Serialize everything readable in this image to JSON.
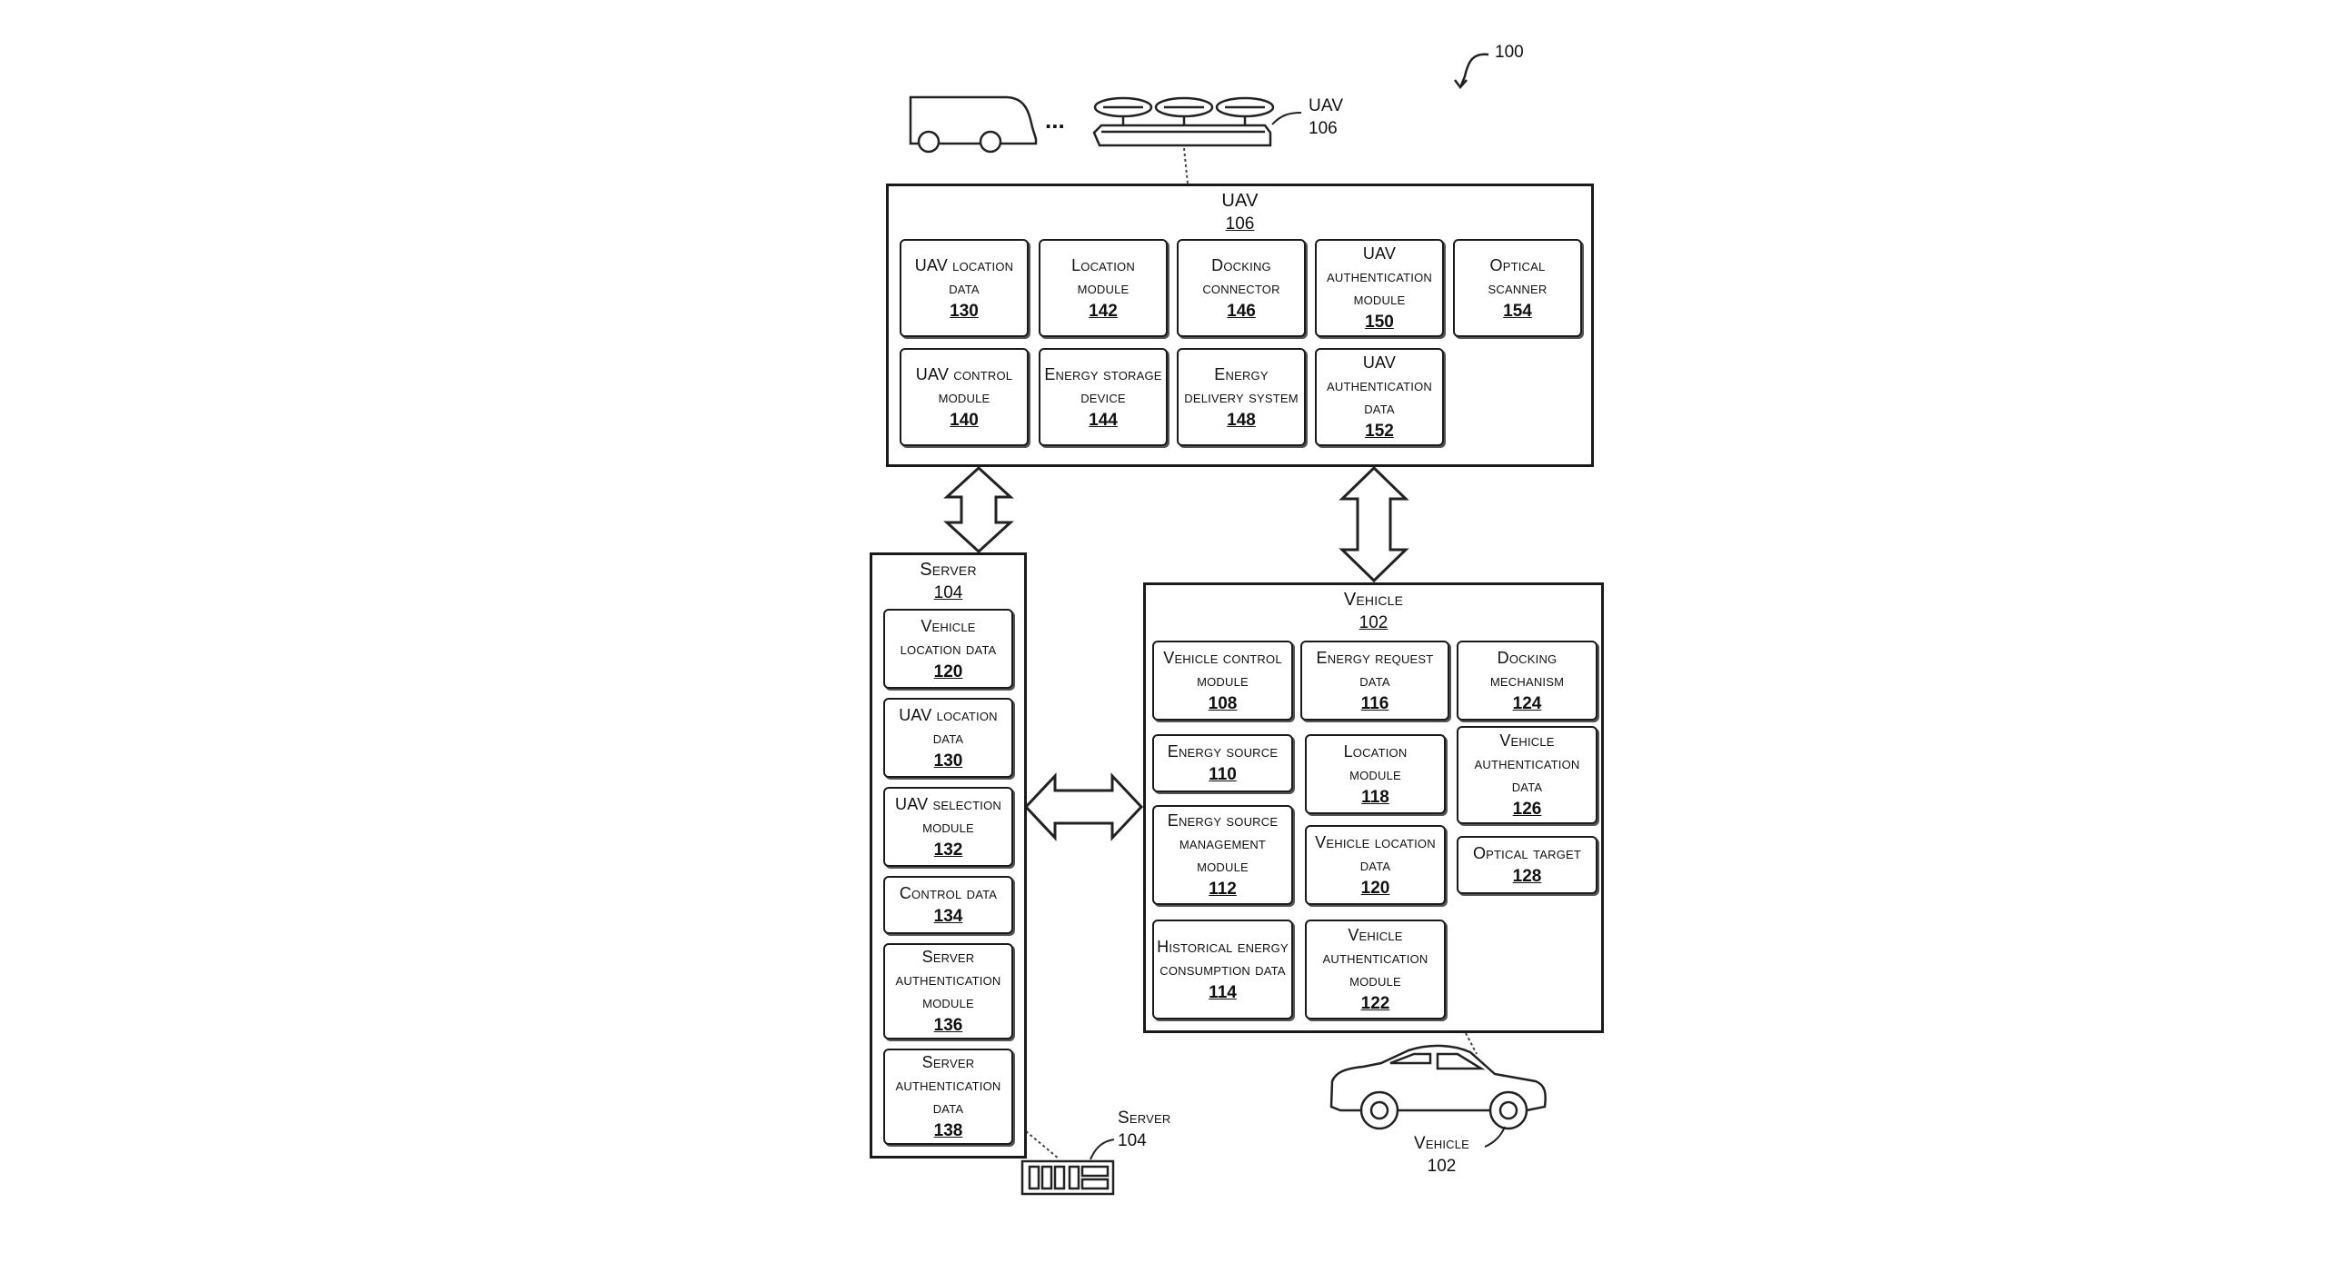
{
  "figure_ref": "100",
  "uav": {
    "title": "UAV",
    "number": "106",
    "icon_label": "UAV",
    "icon_number": "106",
    "ellipsis": "...",
    "items": [
      {
        "label": "UAV location data",
        "number": "130"
      },
      {
        "label": "Location module",
        "number": "142"
      },
      {
        "label": "Docking connector",
        "number": "146"
      },
      {
        "label": "UAV authentication module",
        "number": "150"
      },
      {
        "label": "Optical scanner",
        "number": "154"
      },
      {
        "label": "UAV control module",
        "number": "140"
      },
      {
        "label": "Energy storage device",
        "number": "144"
      },
      {
        "label": "Energy delivery system",
        "number": "148"
      },
      {
        "label": "UAV authentication data",
        "number": "152"
      }
    ]
  },
  "server": {
    "title": "Server",
    "number": "104",
    "icon_label": "Server",
    "icon_number": "104",
    "items": [
      {
        "label": "Vehicle location data",
        "number": "120"
      },
      {
        "label": "UAV location data",
        "number": "130"
      },
      {
        "label": "UAV selection module",
        "number": "132"
      },
      {
        "label": "Control data",
        "number": "134"
      },
      {
        "label": "Server authentication module",
        "number": "136"
      },
      {
        "label": "Server authentication data",
        "number": "138"
      }
    ]
  },
  "vehicle": {
    "title": "Vehicle",
    "number": "102",
    "icon_label": "Vehicle",
    "icon_number": "102",
    "items": [
      {
        "label": "Vehicle control module",
        "number": "108"
      },
      {
        "label": "Energy request data",
        "number": "116"
      },
      {
        "label": "Docking mechanism",
        "number": "124"
      },
      {
        "label": "Energy source",
        "number": "110"
      },
      {
        "label": "Location module",
        "number": "118"
      },
      {
        "label": "Vehicle authentication data",
        "number": "126"
      },
      {
        "label": "Energy source management module",
        "number": "112"
      },
      {
        "label": "Vehicle location data",
        "number": "120"
      },
      {
        "label": "Optical target",
        "number": "128"
      },
      {
        "label": "Historical energy consumption data",
        "number": "114"
      },
      {
        "label": "Vehicle authentication module",
        "number": "122"
      }
    ]
  }
}
